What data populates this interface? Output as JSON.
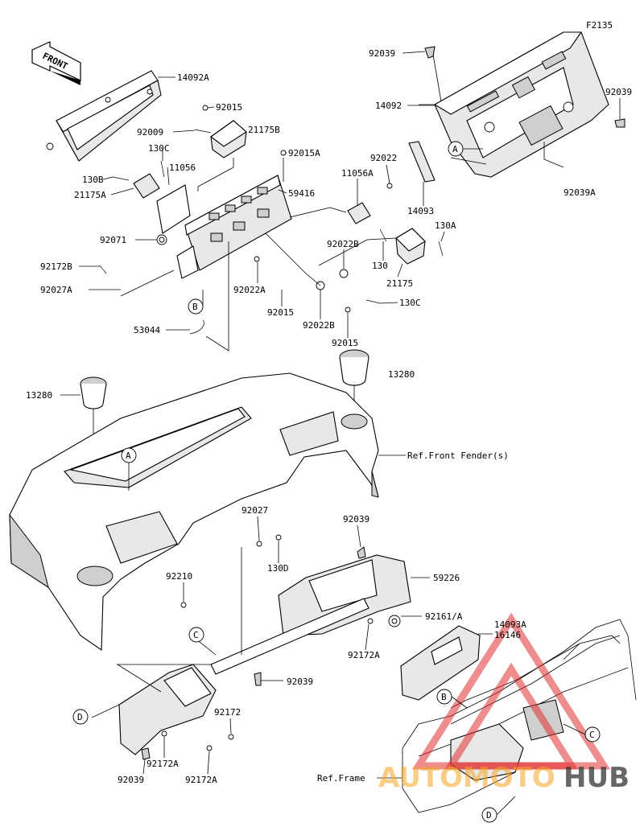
{
  "diagram_code": "F2135",
  "front_label": "FRONT",
  "watermark": {
    "brand_left": "AUTOMOTO",
    "brand_right": "HUB",
    "color_red": "#e03030",
    "color_orange": "#f5a623",
    "color_dark": "#333333"
  },
  "callout_letters": {
    "A": "A",
    "B": "B",
    "C": "C",
    "D": "D"
  },
  "ref_labels": {
    "front_fender": "Ref.Front Fender(s)",
    "frame": "Ref.Frame"
  },
  "parts": {
    "p14092A": "14092A",
    "p130B": "130B",
    "p92015": "92015",
    "p92009": "92009",
    "p21175B": "21175B",
    "p130C": "130C",
    "p11056": "11056",
    "p21175A": "21175A",
    "p92015A": "92015A",
    "p59416": "59416",
    "p92071": "92071",
    "p92172B": "92172B",
    "p92027A": "92027A",
    "p92022A": "92022A",
    "p92015b": "92015",
    "p92022B": "92022B",
    "p92022Bb": "92022B",
    "p92015c": "92015",
    "p53044": "53044",
    "p92039a": "92039",
    "p14092": "14092",
    "p92039b": "92039",
    "p92022": "92022",
    "p11056A": "11056A",
    "p14093": "14093",
    "p92039A": "92039A",
    "p130A": "130A",
    "p130": "130",
    "p21175": "21175",
    "p130Cb": "130C",
    "p13280a": "13280",
    "p13280b": "13280",
    "p92027": "92027",
    "p130D": "130D",
    "p92039c": "92039",
    "p59226": "59226",
    "p92210": "92210",
    "p92161": "92161/A",
    "p14093A": "14093A",
    "p16146": "16146",
    "p92172A": "92172A",
    "p92039d": "92039",
    "p92172": "92172",
    "p92172Ab": "92172A",
    "p92039e": "92039",
    "p92172Ac": "92172A"
  }
}
